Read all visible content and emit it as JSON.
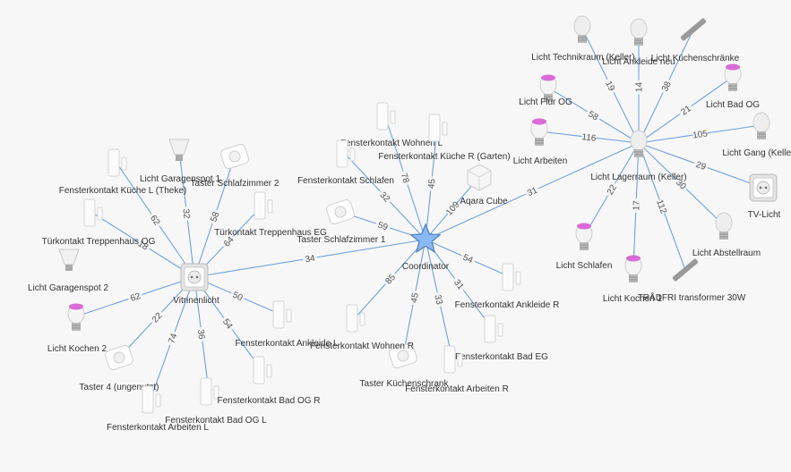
{
  "nodes": {
    "coordinator": {
      "label": "Coordinator",
      "type": "coordinator"
    },
    "vitrinenlicht": {
      "label": "Vitrinenlicht",
      "type": "plug"
    },
    "lagerraum": {
      "label": "Licht Lagerraum (Keller)",
      "type": "bulb-white"
    },
    "fk_wohnen_l": {
      "label": "Fensterkontakt Wohnen L",
      "type": "sensor"
    },
    "fk_kueche_r": {
      "label": "Fensterkontakt Küche R (Garten)",
      "type": "sensor"
    },
    "fk_schlafen": {
      "label": "Fensterkontakt Schlafen",
      "type": "sensor"
    },
    "aqara_cube": {
      "label": "Aqara Cube",
      "type": "cube"
    },
    "taster_schlaf1": {
      "label": "Taster Schlafzimmer 1",
      "type": "switch"
    },
    "fk_ankleide_r": {
      "label": "Fensterkontakt Ankleide R",
      "type": "sensor"
    },
    "fk_bad_eg": {
      "label": "Fensterkontakt Bad EG",
      "type": "sensor"
    },
    "fk_arbeiten_r": {
      "label": "Fensterkontakt Arbeiten R",
      "type": "sensor"
    },
    "taster_kueche": {
      "label": "Taster Küchenschrank",
      "type": "switch"
    },
    "fk_wohnen_r": {
      "label": "Fensterkontakt Wohnen R",
      "type": "sensor"
    },
    "licht_garagenspot1": {
      "label": "Licht Garagenspot 1",
      "type": "spot"
    },
    "taster_schlaf2": {
      "label": "Taster Schlafzimmer 2",
      "type": "switch"
    },
    "fk_kueche_l": {
      "label": "Fensterkontakt Küche L (Theke)",
      "type": "sensor"
    },
    "tuer_treppenhaus_og": {
      "label": "Türkontakt Treppenhaus OG",
      "type": "sensor"
    },
    "tuer_treppenhaus_eg": {
      "label": "Türkontakt Treppenhaus EG",
      "type": "sensor"
    },
    "licht_garagenspot2": {
      "label": "Licht Garagenspot 2",
      "type": "spot"
    },
    "licht_kochen2": {
      "label": "Licht Kochen 2",
      "type": "bulb-color"
    },
    "taster4": {
      "label": "Taster 4 (ungenutzt)",
      "type": "switch"
    },
    "fk_arbeiten_l": {
      "label": "Fensterkontakt Arbeiten L",
      "type": "sensor"
    },
    "fk_bad_og_l": {
      "label": "Fensterkontakt Bad OG L",
      "type": "sensor"
    },
    "fk_bad_og_r": {
      "label": "Fensterkontakt Bad OG R",
      "type": "sensor"
    },
    "fk_ankleide_l": {
      "label": "Fensterkontakt Ankleide L",
      "type": "sensor"
    },
    "licht_technikraum": {
      "label": "Licht Technikraum (Keller)",
      "type": "bulb-white"
    },
    "licht_ankleide": {
      "label": "Licht Ankleide neu",
      "type": "bulb-white"
    },
    "licht_kuechenschraenke": {
      "label": "Licht Küchenschränke",
      "type": "strip"
    },
    "licht_bad_og": {
      "label": "Licht Bad OG",
      "type": "bulb-color"
    },
    "licht_flur_og": {
      "label": "Licht Flur OG",
      "type": "bulb-color"
    },
    "licht_gang": {
      "label": "Licht Gang (Keller)",
      "type": "bulb-white"
    },
    "licht_arbeiten": {
      "label": "Licht Arbeiten",
      "type": "bulb-color"
    },
    "tv_licht": {
      "label": "TV-Licht",
      "type": "plug"
    },
    "licht_schlafen": {
      "label": "Licht Schlafen",
      "type": "bulb-color"
    },
    "licht_abstellraum": {
      "label": "Licht Abstellraum",
      "type": "bulb-white"
    },
    "licht_kochen1": {
      "label": "Licht Kochen 1",
      "type": "bulb-color"
    },
    "tradfri": {
      "label": "TRÅDFRI transformer 30W",
      "type": "strip"
    }
  },
  "edges": [
    {
      "from": "coordinator",
      "to": "vitrinenlicht",
      "lqi": "34"
    },
    {
      "from": "coordinator",
      "to": "lagerraum",
      "lqi": "31"
    },
    {
      "from": "coordinator",
      "to": "fk_wohnen_l",
      "lqi": "78"
    },
    {
      "from": "coordinator",
      "to": "fk_kueche_r",
      "lqi": "45"
    },
    {
      "from": "coordinator",
      "to": "fk_schlafen",
      "lqi": "32"
    },
    {
      "from": "coordinator",
      "to": "aqara_cube",
      "lqi": "109"
    },
    {
      "from": "coordinator",
      "to": "taster_schlaf1",
      "lqi": "59"
    },
    {
      "from": "coordinator",
      "to": "fk_ankleide_r",
      "lqi": "54"
    },
    {
      "from": "coordinator",
      "to": "fk_bad_eg",
      "lqi": "31"
    },
    {
      "from": "coordinator",
      "to": "fk_arbeiten_r",
      "lqi": "33"
    },
    {
      "from": "coordinator",
      "to": "taster_kueche",
      "lqi": "45"
    },
    {
      "from": "coordinator",
      "to": "fk_wohnen_r",
      "lqi": "85"
    },
    {
      "from": "vitrinenlicht",
      "to": "licht_garagenspot1",
      "lqi": "32"
    },
    {
      "from": "vitrinenlicht",
      "to": "taster_schlaf2",
      "lqi": "58"
    },
    {
      "from": "vitrinenlicht",
      "to": "fk_kueche_l",
      "lqi": "62"
    },
    {
      "from": "vitrinenlicht",
      "to": "tuer_treppenhaus_eg",
      "lqi": "64"
    },
    {
      "from": "vitrinenlicht",
      "to": "tuer_treppenhaus_og",
      "lqi": "18"
    },
    {
      "from": "vitrinenlicht",
      "to": "licht_kochen2",
      "lqi": "62"
    },
    {
      "from": "vitrinenlicht",
      "to": "taster4",
      "lqi": "22"
    },
    {
      "from": "vitrinenlicht",
      "to": "fk_arbeiten_l",
      "lqi": "74"
    },
    {
      "from": "vitrinenlicht",
      "to": "fk_bad_og_l",
      "lqi": "36"
    },
    {
      "from": "vitrinenlicht",
      "to": "fk_bad_og_r",
      "lqi": "54"
    },
    {
      "from": "vitrinenlicht",
      "to": "fk_ankleide_l",
      "lqi": "50"
    },
    {
      "from": "lagerraum",
      "to": "licht_technikraum",
      "lqi": "19"
    },
    {
      "from": "lagerraum",
      "to": "licht_ankleide",
      "lqi": "14"
    },
    {
      "from": "lagerraum",
      "to": "licht_kuechenschraenke",
      "lqi": "38"
    },
    {
      "from": "lagerraum",
      "to": "licht_bad_og",
      "lqi": "21"
    },
    {
      "from": "lagerraum",
      "to": "licht_flur_og",
      "lqi": "58"
    },
    {
      "from": "lagerraum",
      "to": "licht_gang",
      "lqi": "105"
    },
    {
      "from": "lagerraum",
      "to": "licht_arbeiten",
      "lqi": "116"
    },
    {
      "from": "lagerraum",
      "to": "tv_licht",
      "lqi": "29"
    },
    {
      "from": "lagerraum",
      "to": "licht_schlafen",
      "lqi": "22"
    },
    {
      "from": "lagerraum",
      "to": "licht_abstellraum",
      "lqi": "30"
    },
    {
      "from": "lagerraum",
      "to": "licht_kochen1",
      "lqi": "17"
    },
    {
      "from": "lagerraum",
      "to": "tradfri",
      "lqi": "112"
    }
  ],
  "colors": {
    "edge": "#6fa1dc",
    "coordinator_star": "#8ab8f0",
    "background": "#f7f7f7",
    "bulb_color_cap": "#d86bd8"
  }
}
